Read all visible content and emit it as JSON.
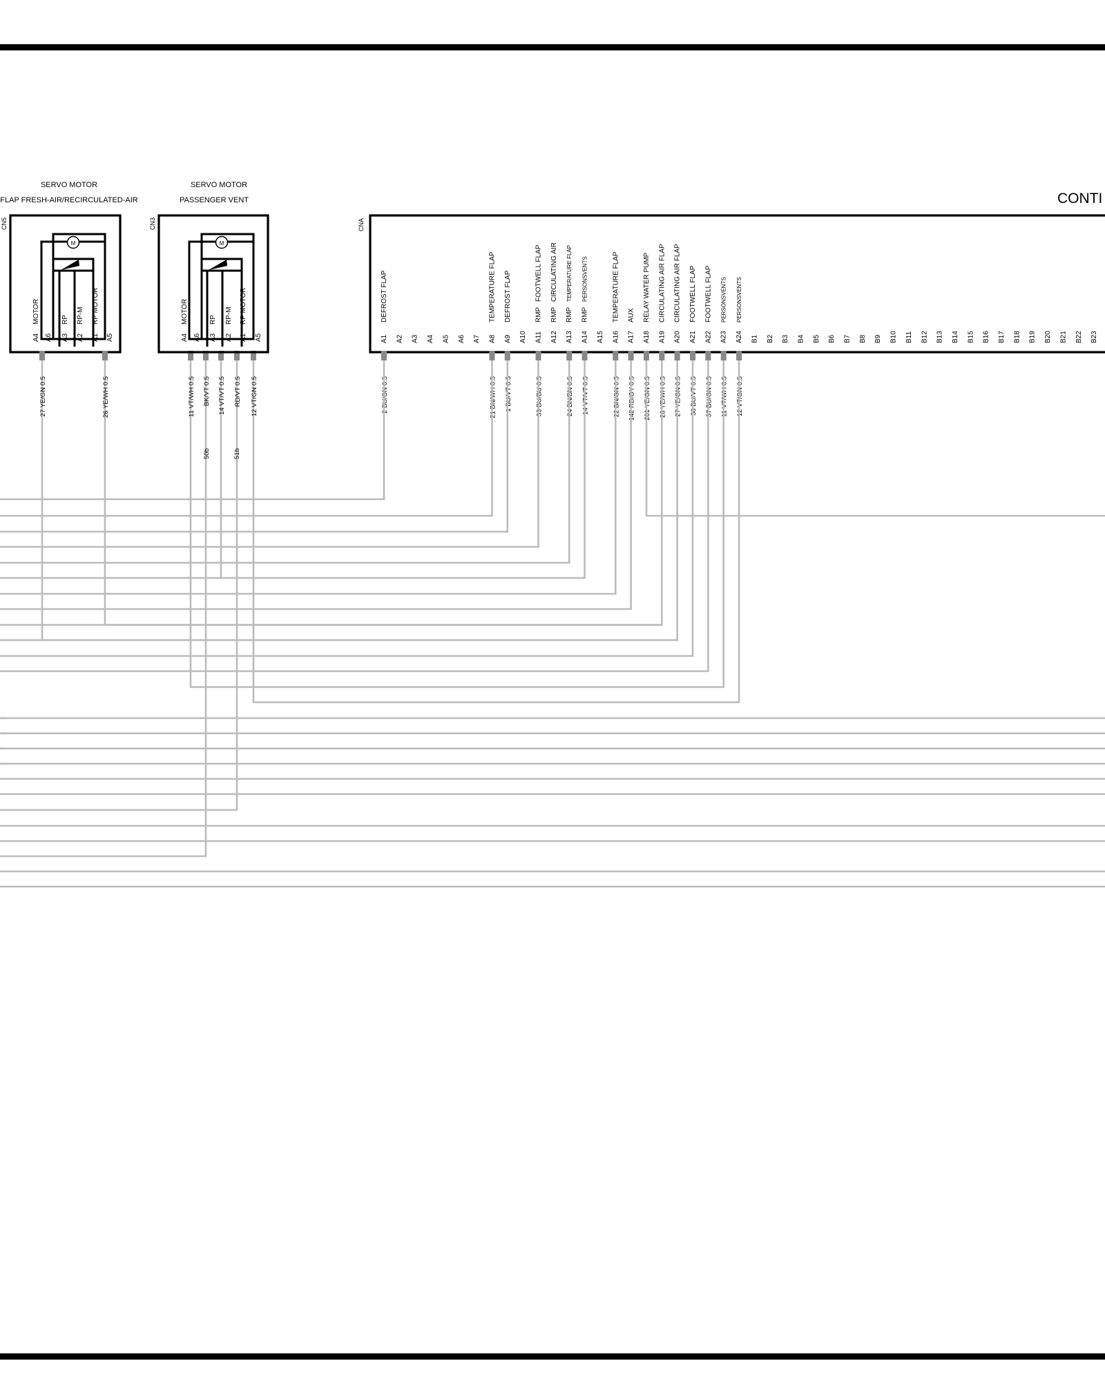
{
  "servo_fresh_air": {
    "title_1": "SERVO MOTOR",
    "title_2": "FLAP FRESH-AIR/RECIRCULATED-AIR",
    "connector": "CN5",
    "pins": [
      {
        "pin": "A4",
        "label": "MOTOR"
      },
      {
        "pin": "A6",
        "label": ""
      },
      {
        "pin": "A3",
        "label": "RP"
      },
      {
        "pin": "A2",
        "label": "RP-M"
      },
      {
        "pin": "A1",
        "label": "RP MOTOR"
      },
      {
        "pin": "A5",
        "label": ""
      }
    ],
    "wires": [
      "27 YE/GN 0.5",
      "26 YE/WH 0.5"
    ]
  },
  "servo_passenger_vent": {
    "title_1": "SERVO MOTOR",
    "title_2": "PASSENGER VENT",
    "connector": "CN3",
    "pins": [
      {
        "pin": "A4",
        "label": "MOTOR"
      },
      {
        "pin": "A6",
        "label": ""
      },
      {
        "pin": "A3",
        "label": "RP"
      },
      {
        "pin": "A2",
        "label": "RP-M"
      },
      {
        "pin": "A1",
        "label": "RP MOTOR"
      },
      {
        "pin": "A5",
        "label": ""
      }
    ],
    "wires": [
      "11 VT/WH 0.5",
      "BK/VT 0.5",
      "14 VT/VT 0.5",
      "RD/VT 0.5",
      "12 VT/GN 0.5"
    ],
    "splices": [
      "50b",
      "51b"
    ]
  },
  "motor_symbol": "M",
  "control_unit": {
    "title": "CONTI",
    "connector": "CNA",
    "pins_a": [
      {
        "pin": "A1",
        "label": "DEFROST FLAP",
        "label2": "",
        "wire": "2 BU/GN 0.5"
      },
      {
        "pin": "A2",
        "label": "",
        "label2": "",
        "wire": ""
      },
      {
        "pin": "A3",
        "label": "",
        "label2": "",
        "wire": ""
      },
      {
        "pin": "A4",
        "label": "",
        "label2": "",
        "wire": ""
      },
      {
        "pin": "A5",
        "label": "",
        "label2": "",
        "wire": ""
      },
      {
        "pin": "A6",
        "label": "",
        "label2": "",
        "wire": ""
      },
      {
        "pin": "A7",
        "label": "",
        "label2": "",
        "wire": ""
      },
      {
        "pin": "A8",
        "label": "TEMPERATURE FLAP",
        "label2": "",
        "wire": "21 BN/WH 0.5"
      },
      {
        "pin": "A9",
        "label": "DEFROST FLAP",
        "label2": "",
        "wire": "1 BU/VT 0.5"
      },
      {
        "pin": "A10",
        "label": "",
        "label2": "",
        "wire": ""
      },
      {
        "pin": "A11",
        "label": "FOOTWELL FLAP",
        "label2": "RMP",
        "wire": "39 BU/BU 0.5"
      },
      {
        "pin": "A12",
        "label": "CIRCULATING AIR",
        "label2": "RMP",
        "wire": ""
      },
      {
        "pin": "A13",
        "label": "TEMPERATURE FLAP",
        "label2": "RMP",
        "wire": "24 BN/BN 0.5"
      },
      {
        "pin": "A14",
        "label": "PERSONSVENTS",
        "label2": "RMP",
        "wire": "14 VT/VT 0.5"
      },
      {
        "pin": "A15",
        "label": "",
        "label2": "",
        "wire": ""
      },
      {
        "pin": "A16",
        "label": "TEMPERATURE FLAP",
        "label2": "",
        "wire": "22 BN/GN 0.5"
      },
      {
        "pin": "A17",
        "label": "AUX",
        "label2": "",
        "wire": "142 RD/GY 0.5"
      },
      {
        "pin": "A18",
        "label": "RELAY WATER PUMP",
        "label2": "",
        "wire": "201 YE/GN 0.5"
      },
      {
        "pin": "A19",
        "label": "CIRCULATING AIR FLAP",
        "label2": "",
        "wire": "26 YE/WH 0.5"
      },
      {
        "pin": "A20",
        "label": "CIRCULATING AIR FLAP",
        "label2": "",
        "wire": "27 YE/GN 0.5"
      },
      {
        "pin": "A21",
        "label": "FOOTWELL FLAP",
        "label2": "",
        "wire": "36 BU/VT 0.5"
      },
      {
        "pin": "A22",
        "label": "FOOTWELL FLAP",
        "label2": "",
        "wire": "37 BU/GN 0.5"
      },
      {
        "pin": "A23",
        "label": "PERSONSVENTS",
        "label2": "",
        "wire": "11 VT/WH 0.5"
      },
      {
        "pin": "A24",
        "label": "PERSONSVENTS",
        "label2": "",
        "wire": "12 VT/GN 0.5"
      }
    ],
    "pins_b": [
      "B1",
      "B2",
      "B3",
      "B4",
      "B5",
      "B6",
      "B7",
      "B8",
      "B9",
      "B10",
      "B11",
      "B12",
      "B13",
      "B14",
      "B15",
      "B16",
      "B17",
      "B18",
      "B19",
      "B20",
      "B21",
      "B22",
      "B23"
    ]
  }
}
